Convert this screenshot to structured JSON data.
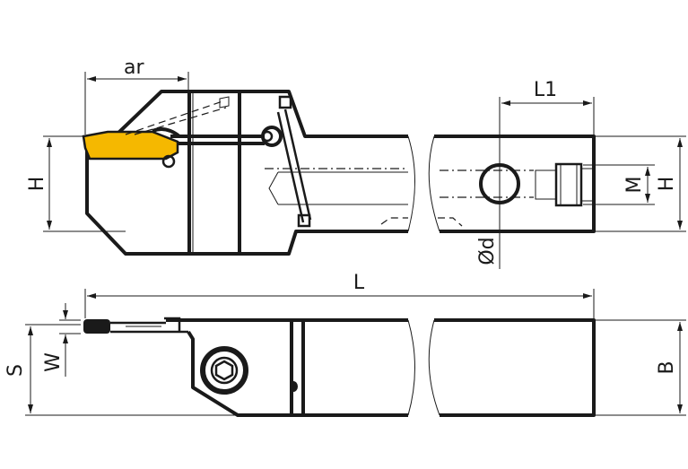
{
  "colors": {
    "insert": "#F5B800",
    "line": "#1a1a1a",
    "background": "#ffffff"
  },
  "labels": {
    "ar": "ar",
    "h_left": "H",
    "l1": "L1",
    "m": "M",
    "h_right": "H",
    "od": "Ød",
    "l": "L",
    "s": "S",
    "w": "W",
    "b": "B"
  }
}
